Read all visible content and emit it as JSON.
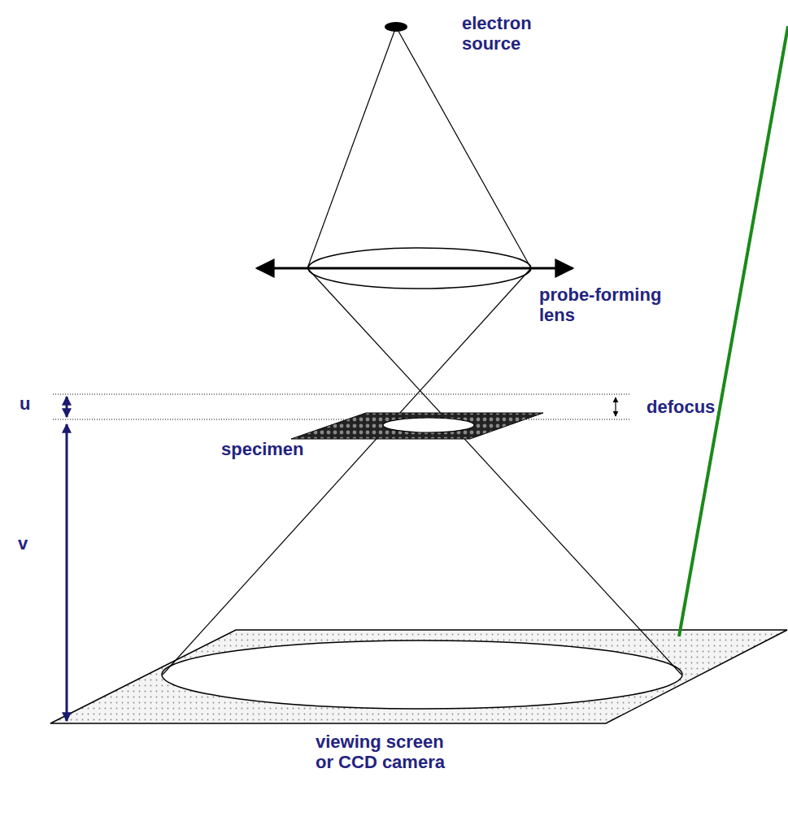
{
  "diagram": {
    "labels": [
      "electron source",
      "probe-forming lens",
      "u",
      "defocus",
      "specimen",
      "v",
      "viewing screen or CCD camera"
    ]
  }
}
